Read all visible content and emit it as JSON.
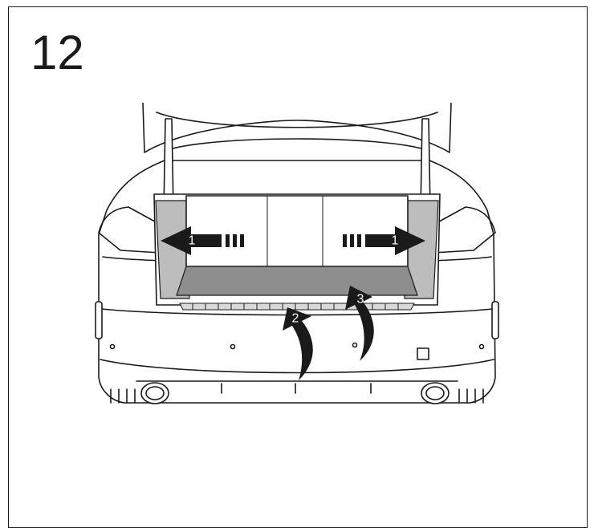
{
  "step": {
    "number": "12"
  },
  "callouts": {
    "left_arrow": "1",
    "right_arrow": "1",
    "center_arrow": "2",
    "right_curved_arrow": "3"
  },
  "colors": {
    "line": "#1a1a1a",
    "trunk_floor": "#8e8e8e",
    "trunk_side": "#bdbdbd",
    "background": "#ffffff"
  }
}
